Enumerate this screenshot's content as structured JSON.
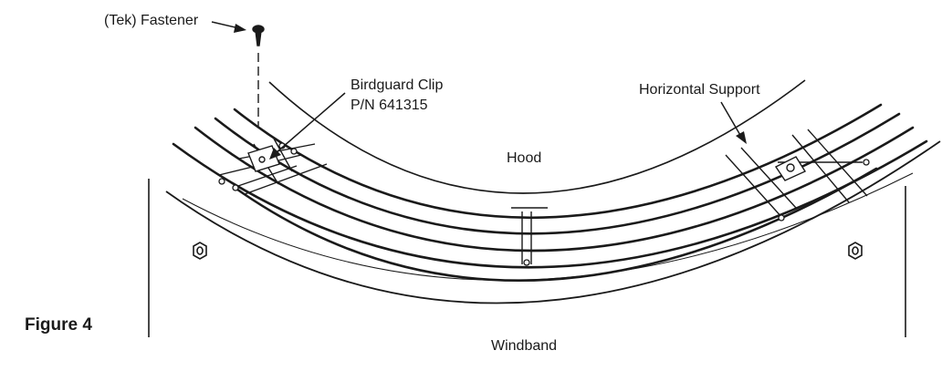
{
  "figure": {
    "label": "Figure 4",
    "callouts": {
      "fastener": "(Tek) Fastener",
      "clip_name": "Birdguard Clip",
      "clip_part": "P/N 641315",
      "support": "Horizontal Support"
    },
    "regions": {
      "hood": "Hood",
      "windband": "Windband"
    }
  },
  "colors": {
    "ink": "#1a1a1a",
    "background": "#ffffff"
  }
}
